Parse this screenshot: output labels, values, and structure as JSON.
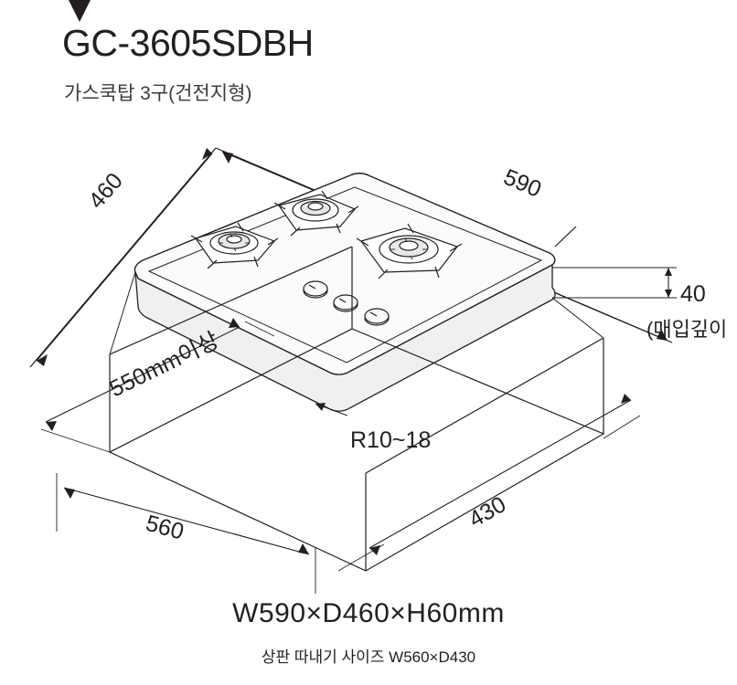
{
  "header": {
    "marker_icon": "triangle-down-icon",
    "model_code": "GC-3605SDBH",
    "model_desc": "가스쿡탑 3구(건전지형)"
  },
  "diagram": {
    "labels": {
      "depth_460": "460",
      "width_590": "590",
      "height_40": "40",
      "height_note": "(매입깊이",
      "cutout_min": "550mm이상",
      "radius": "R10~18",
      "cutout_width_560": "560",
      "cutout_depth_430": "430"
    }
  },
  "footer": {
    "dimensions": "W590×D460×H60mm",
    "cutout_caption": "상판 따내기 사이즈  W560×D430"
  }
}
